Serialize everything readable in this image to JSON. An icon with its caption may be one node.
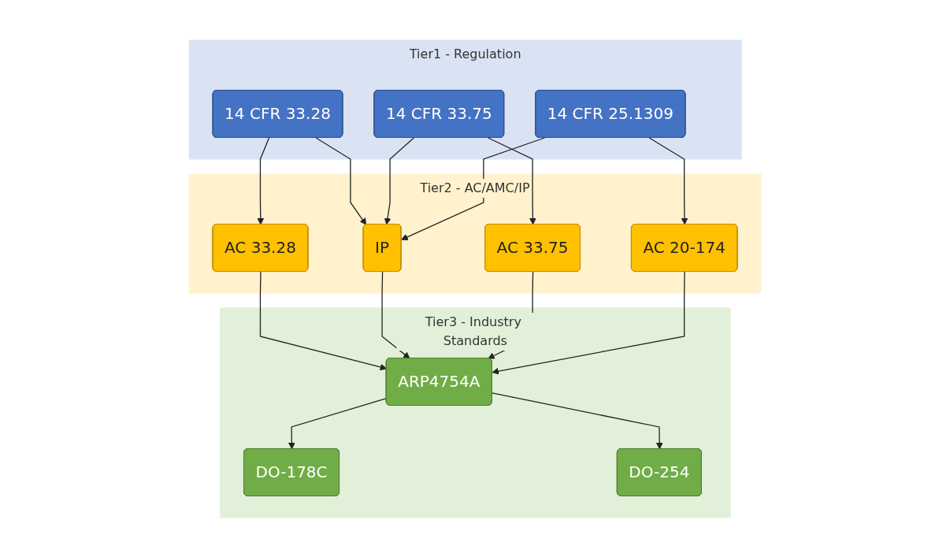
{
  "diagram": {
    "nodes": [
      {
        "text": [
          "Tier1 - Regulation"
        ]
      },
      {
        "text": [
          "14 CFR 33.28"
        ],
        "in": 0
      },
      {
        "text": [
          "14 CFR 33.75"
        ],
        "in": 0
      },
      {
        "text": [
          "14 CFR 25.1309"
        ],
        "in": 0
      },
      {
        "text": [
          "Tier2 - AC/AMC/IP"
        ]
      },
      {
        "text": [
          "AC 33.28"
        ],
        "in": 4
      },
      {
        "text": [
          "AC 33.75"
        ],
        "in": 4
      },
      {
        "text": [
          "AC 20-174"
        ],
        "in": 4
      },
      {
        "text": [
          "IP"
        ],
        "in": 4
      },
      {
        "text": [
          "Tier3 - Industry Standards"
        ]
      },
      {
        "text": [
          "ARP4754A"
        ],
        "in": 9
      },
      {
        "text": [
          "DO-178C"
        ],
        "in": 9
      },
      {
        "text": [
          "DO-254"
        ],
        "in": 9
      }
    ],
    "edges": [
      {
        "from": 1,
        "to": 5,
        "arrow": "to"
      },
      {
        "from": 1,
        "to": 8,
        "arrow": "to"
      },
      {
        "from": 2,
        "to": 6,
        "arrow": "to"
      },
      {
        "from": 2,
        "to": 8,
        "arrow": "to"
      },
      {
        "from": 3,
        "to": 8,
        "arrow": "to"
      },
      {
        "from": 3,
        "to": 7,
        "arrow": "to"
      },
      {
        "from": 5,
        "to": 10,
        "arrow": "to"
      },
      {
        "from": 8,
        "to": 10,
        "arrow": "to"
      },
      {
        "from": 6,
        "to": 10,
        "arrow": "to"
      },
      {
        "from": 7,
        "to": 10,
        "arrow": "to"
      },
      {
        "from": 10,
        "to": 11,
        "arrow": "to"
      },
      {
        "from": 10,
        "to": 12,
        "arrow": "to"
      }
    ]
  }
}
